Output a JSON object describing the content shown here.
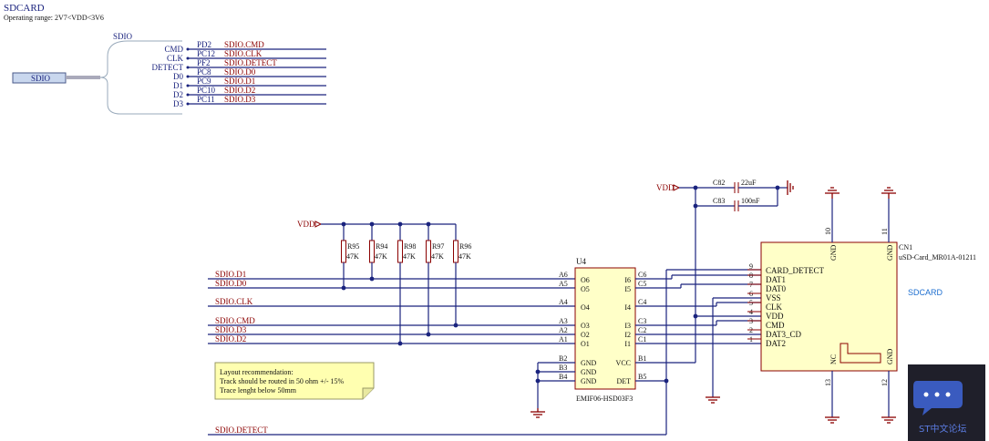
{
  "header": {
    "title": "SDCARD",
    "subtitle": "Operating range: 2V7<VDD<3V6"
  },
  "sdio_port": {
    "label": "SDIO",
    "bus_label": "SDIO",
    "signals": [
      {
        "name": "CMD",
        "pin": "PD2",
        "net": "SDIO.CMD"
      },
      {
        "name": "CLK",
        "pin": "PC12",
        "net": "SDIO.CLK"
      },
      {
        "name": "DETECT",
        "pin": "PF2",
        "net": "SDIO.DETECT"
      },
      {
        "name": "D0",
        "pin": "PC8",
        "net": "SDIO.D0"
      },
      {
        "name": "D1",
        "pin": "PC9",
        "net": "SDIO.D1"
      },
      {
        "name": "D2",
        "pin": "PC10",
        "net": "SDIO.D2"
      },
      {
        "name": "D3",
        "pin": "PC11",
        "net": "SDIO.D3"
      }
    ]
  },
  "power": {
    "vdd_left": "VDD",
    "vdd_top": "VDD"
  },
  "resistors": [
    {
      "ref": "R95",
      "value": "47K"
    },
    {
      "ref": "R94",
      "value": "47K"
    },
    {
      "ref": "R98",
      "value": "47K"
    },
    {
      "ref": "R97",
      "value": "47K"
    },
    {
      "ref": "R96",
      "value": "47K"
    }
  ],
  "capacitors": [
    {
      "ref": "C82",
      "value": "22uF"
    },
    {
      "ref": "C83",
      "value": "100nF"
    }
  ],
  "nets_left": [
    "SDIO.D1",
    "SDIO.D0",
    "SDIO.CLK",
    "SDIO.CMD",
    "SDIO.D3",
    "SDIO.D2",
    "SDIO.DETECT"
  ],
  "u4": {
    "ref": "U4",
    "part": "EMIF06-HSD03F3",
    "left_balls": [
      "A6",
      "A5",
      "A4",
      "A3",
      "A2",
      "A1",
      "B2",
      "B3",
      "B4"
    ],
    "left_pins": [
      "O6",
      "O5",
      "O4",
      "O3",
      "O2",
      "O1",
      "GND",
      "GND",
      "GND"
    ],
    "right_pins": [
      "I6",
      "I5",
      "I4",
      "I3",
      "I2",
      "I1",
      "VCC",
      "DET"
    ],
    "right_balls": [
      "C6",
      "C5",
      "C4",
      "C3",
      "C2",
      "C1",
      "B1",
      "B5"
    ]
  },
  "cn1": {
    "ref": "CN1",
    "part": "uSD-Card_MR01A-01211",
    "pin_numbers": [
      "9",
      "8",
      "7",
      "6",
      "5",
      "4",
      "3",
      "2",
      "1"
    ],
    "pin_names": [
      "CARD_DETECT",
      "DAT1",
      "DAT0",
      "VSS",
      "CLK",
      "VDD",
      "CMD",
      "DAT3_CD",
      "DAT2"
    ],
    "gnd_top_1": "GND",
    "gnd_top_2": "GND",
    "gnd_bottom": "GND",
    "nc": "NC",
    "top_pin_1": "10",
    "top_pin_2": "11",
    "bottom_pin_1": "13",
    "bottom_pin_2": "12",
    "sheet_label": "SDCARD"
  },
  "note": {
    "line1": "Layout recommendation:",
    "line2": "Track should be routed in 50 ohm +/- 15%",
    "line3": "Trace lenght below 50mm"
  },
  "watermark": {
    "text": "ST中文论坛",
    "bg_color": "#1f1f2a",
    "accent_color": "#3a5bbf"
  }
}
